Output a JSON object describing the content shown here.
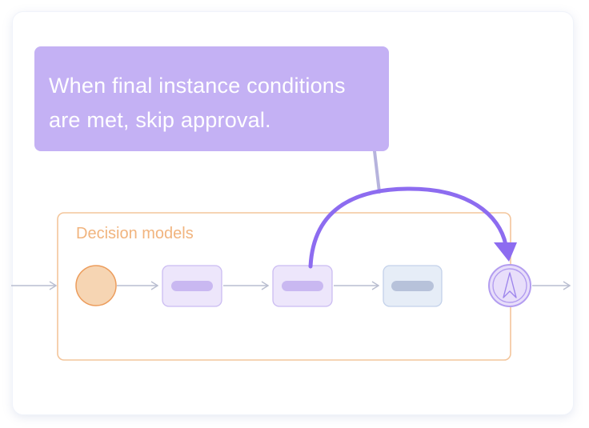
{
  "callout": {
    "line1": "When final instance conditions",
    "line2": "are met, skip approval."
  },
  "group": {
    "label": "Decision models"
  },
  "nodes": [
    {
      "type": "start-event",
      "color": "#f6d5b3"
    },
    {
      "type": "task",
      "color": "#ede6fb"
    },
    {
      "type": "task",
      "color": "#ede6fb"
    },
    {
      "type": "task",
      "color": "#e6edf7"
    },
    {
      "type": "end-event",
      "icon": "navigation-arrow-icon",
      "color": "#e8defa"
    }
  ],
  "colors": {
    "callout": "#c4b1f4",
    "group_border": "#f3c59b",
    "skip_arrow": "#8d6cf0",
    "connector": "#b9bed0"
  }
}
